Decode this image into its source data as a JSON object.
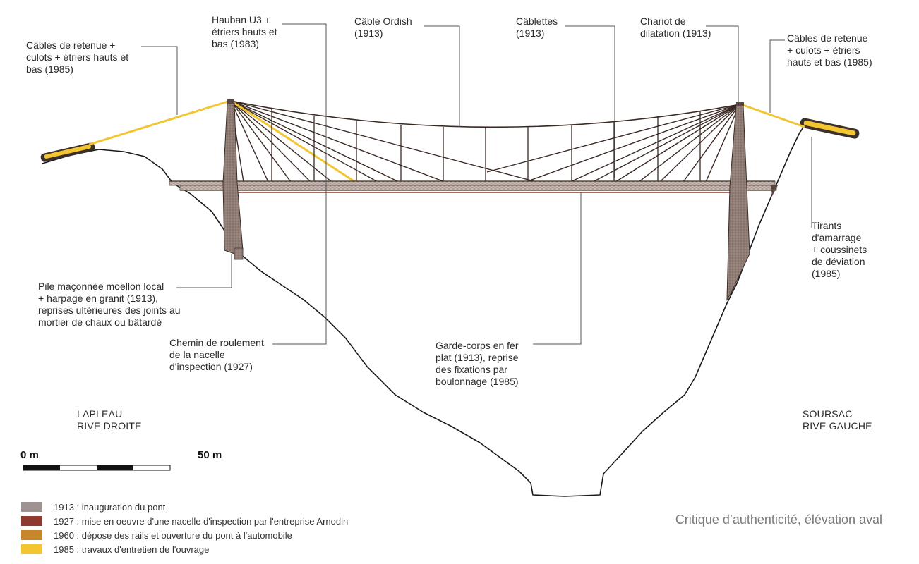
{
  "labels": {
    "cables_left": "Câbles de retenue +\nculots + étriers hauts et\nbas (1985)",
    "hauban": "Hauban U3 +\nétriers hauts et\nbas (1983)",
    "cable_ordish": "Câble Ordish\n(1913)",
    "cablettes": "Câblettes\n(1913)",
    "chariot": "Chariot de\ndilatation (1913)",
    "cables_right": "Câbles de retenue\n+ culots + étriers\nhauts et bas (1985)",
    "tirants": "Tirants\nd'amarrage\n+ coussinets\nde déviation\n(1985)",
    "pile": "Pile maçonnée moellon local\n+ harpage en granit (1913),\nreprises ultérieures des joints au\nmortier de chaux ou bâtardé",
    "chemin": "Chemin de roulement\nde la nacelle\nd'inspection (1927)",
    "garde_corps": "Garde-corps en fer\nplat (1913), reprise\ndes fixations par\nboulonnage (1985)"
  },
  "sides": {
    "left": "LAPLEAU\nRIVE DROITE",
    "right": "SOURSAC\nRIVE GAUCHE"
  },
  "scale": {
    "start": "0 m",
    "end": "50 m"
  },
  "legend": [
    {
      "color": "#9e9390",
      "text": "1913 : inauguration du pont"
    },
    {
      "color": "#8f3a2e",
      "text": "1927 : mise en oeuvre d'une nacelle d'inspection par l'entreprise Arnodin"
    },
    {
      "color": "#c8862c",
      "text": "1960 : dépose des rails et ouverture du pont à l'automobile"
    },
    {
      "color": "#f2c531",
      "text": "1985 : travaux d'entretien de l'ouvrage"
    }
  ],
  "caption": "Critique d’authenticité, élévation aval"
}
